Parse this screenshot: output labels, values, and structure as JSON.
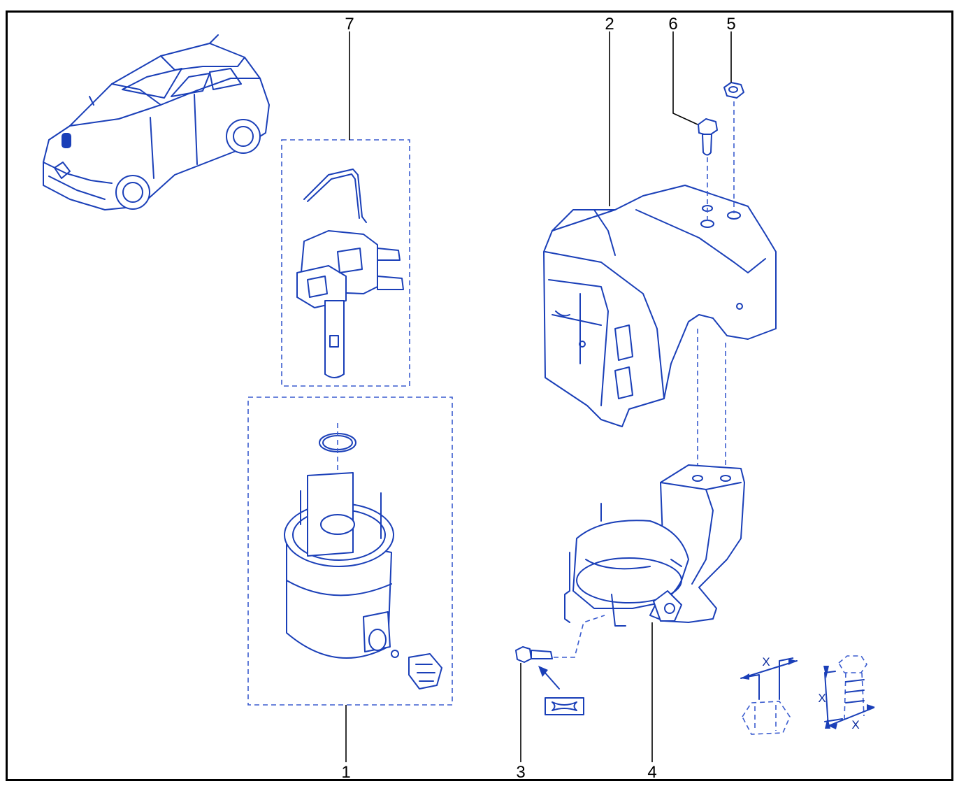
{
  "callouts": {
    "c1": "1",
    "c2": "2",
    "c3": "3",
    "c4": "4",
    "c5": "5",
    "c6": "6",
    "c7": "7"
  },
  "dimension_marks": {
    "nut_x": "X",
    "bolt_length_x": "X",
    "bolt_dia_x": "X"
  },
  "colors": {
    "line_art": "#1a3fb8",
    "frame": "#000000",
    "background": "#ffffff"
  }
}
